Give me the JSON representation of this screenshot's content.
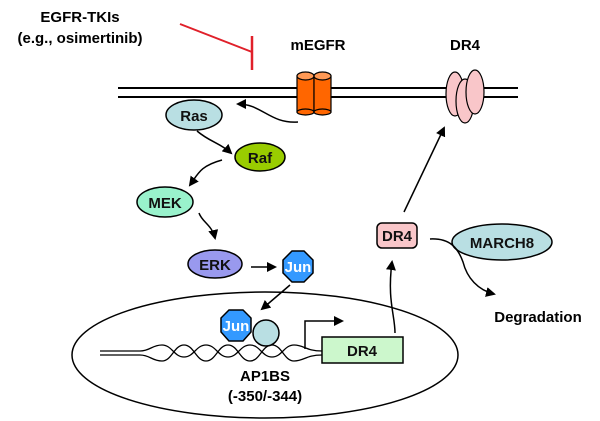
{
  "diagram": {
    "inhibitor": {
      "line1": "EGFR-TKIs",
      "line2": "(e.g., osimertinib)"
    },
    "membrane_labels": {
      "egfr": "mEGFR",
      "dr4": "DR4"
    },
    "nodes": {
      "ras": "Ras",
      "raf": "Raf",
      "mek": "MEK",
      "erk": "ERK",
      "jun_cyto": "Jun",
      "jun_nuclear": "Jun",
      "dr4_cyto": "DR4",
      "march8": "MARCH8",
      "dr4_gene": "DR4"
    },
    "texts": {
      "degradation": "Degradation",
      "ap1bs_line1": "AP1BS",
      "ap1bs_line2": "(-350/-344)"
    },
    "colors": {
      "inhibition": "#e0202a",
      "egfr": "#ff6600",
      "dr4_receptor": "#f9c6c9",
      "ras": "#b9dfe3",
      "raf": "#99cc00",
      "mek": "#99f2cc",
      "erk": "#9999ee",
      "jun": "#3399ff",
      "partner": "#b9dfe3",
      "dr4_box": "#f9c6c9",
      "march8": "#b9dfe3",
      "dr4_gene": "#ccf7cc"
    }
  }
}
